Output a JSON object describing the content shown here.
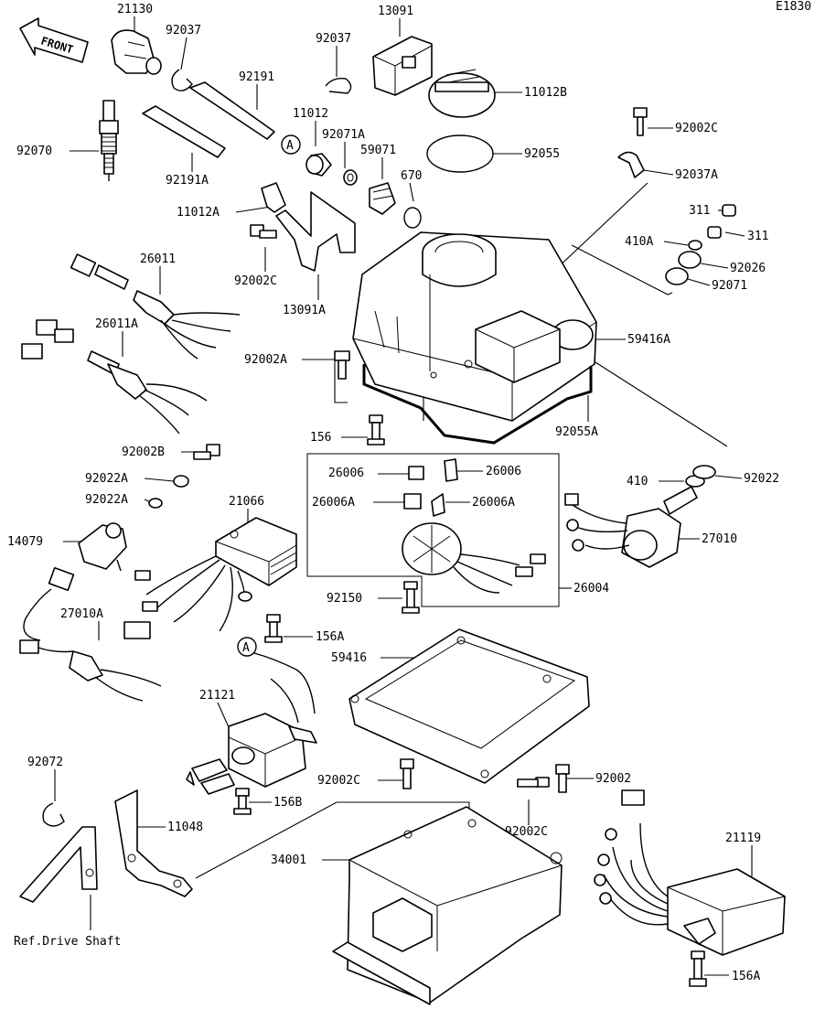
{
  "diagram_code": "E1830",
  "front_label": "FRONT",
  "reference_label": "Ref.Drive Shaft",
  "callout_letter": "A",
  "part_labels": {
    "p21130": "21130",
    "p92037_a": "92037",
    "p92037_b": "92037",
    "p13091": "13091",
    "p11012B": "11012B",
    "p92191": "92191",
    "p92191A": "92191A",
    "p92070": "92070",
    "p11012": "11012",
    "p92071A": "92071A",
    "p59071": "59071",
    "p670": "670",
    "p92055": "92055",
    "p92002C_top": "92002C",
    "p92037A": "92037A",
    "p311_a": "311",
    "p311_b": "311",
    "p410A": "410A",
    "p92026": "92026",
    "p92071": "92071",
    "p11012A": "11012A",
    "p26011": "26011",
    "p92002C_mid": "92002C",
    "p13091A": "13091A",
    "p26011A": "26011A",
    "p59416A": "59416A",
    "p92002A": "92002A",
    "p156": "156",
    "p92055A": "92055A",
    "p92002B": "92002B",
    "p92022A_a": "92022A",
    "p92022A_b": "92022A",
    "p26006_a": "26006",
    "p26006_b": "26006",
    "p26006A_a": "26006A",
    "p26006A_b": "26006A",
    "p410": "410",
    "p92022": "92022",
    "p21066": "21066",
    "p14079": "14079",
    "p27010": "27010",
    "p92150": "92150",
    "p26004": "26004",
    "p27010A": "27010A",
    "p156A_mid": "156A",
    "p59416": "59416",
    "p21121": "21121",
    "p92072": "92072",
    "p92002C_low": "92002C",
    "p92002": "92002",
    "p156B": "156B",
    "p11048": "11048",
    "p92002C_bot": "92002C",
    "p21119": "21119",
    "p34001": "34001",
    "p156A_bot": "156A"
  }
}
